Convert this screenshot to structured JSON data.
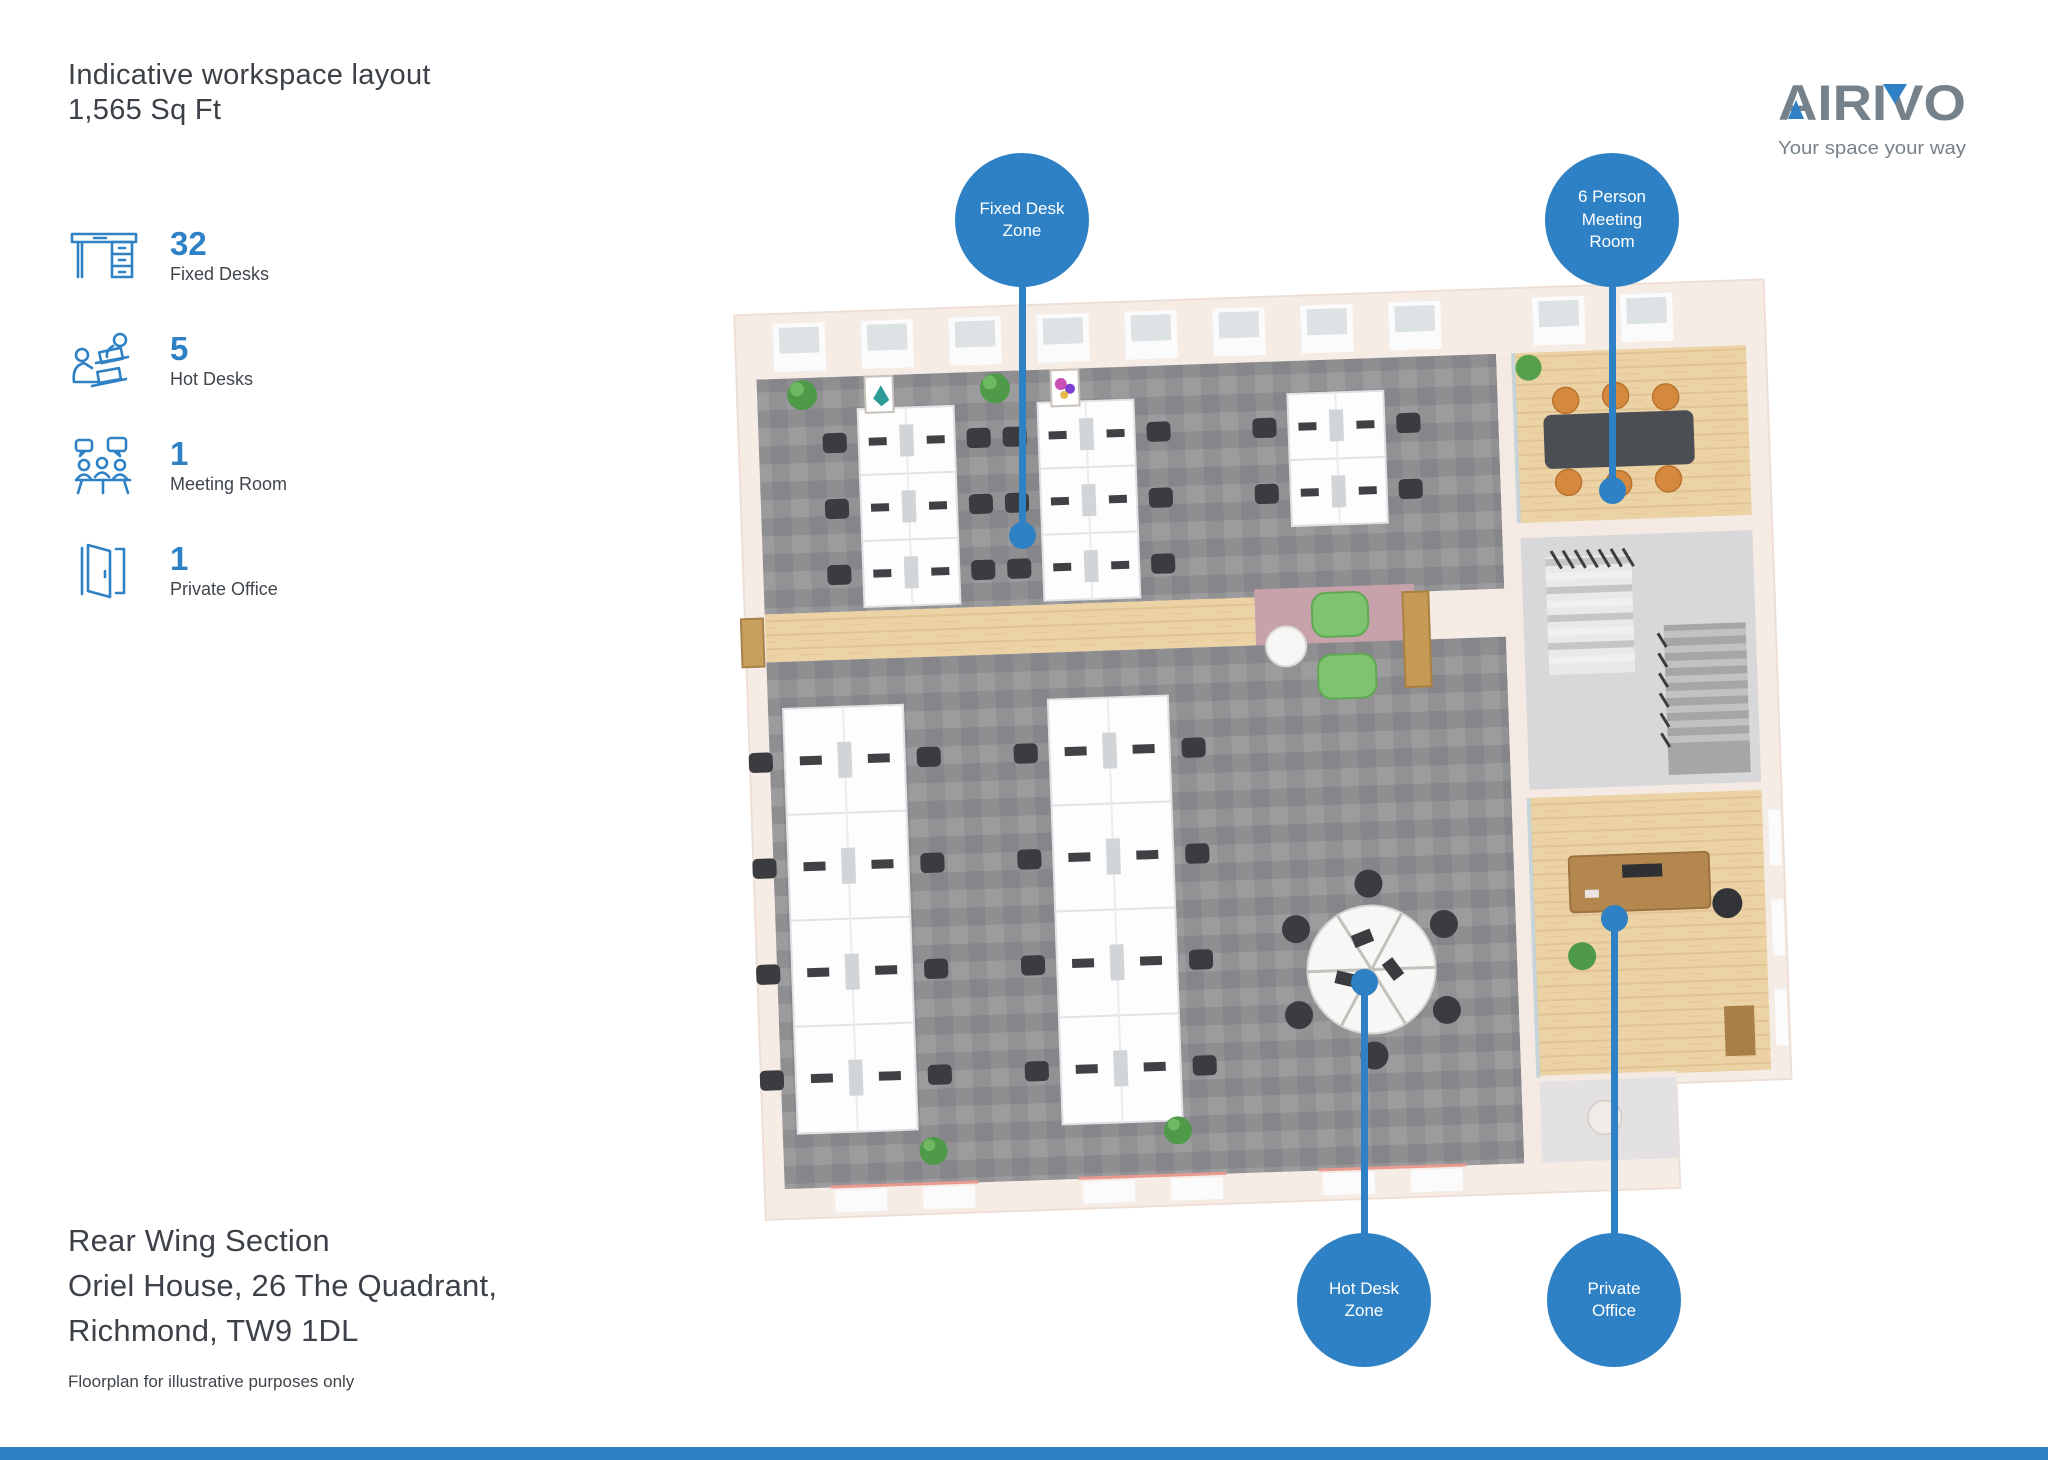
{
  "accent_color": "#2e81c4",
  "header": {
    "title": "Indicative workspace layout",
    "subtitle": "1,565 Sq Ft"
  },
  "legend": {
    "items": [
      {
        "icon": "desk-icon",
        "value": "32",
        "label": "Fixed Desks"
      },
      {
        "icon": "hot-desk-icon",
        "value": "5",
        "label": "Hot Desks"
      },
      {
        "icon": "meeting-room-icon",
        "value": "1",
        "label": "Meeting Room"
      },
      {
        "icon": "private-office-icon",
        "value": "1",
        "label": "Private Office"
      }
    ]
  },
  "logo": {
    "wordmark": "AIRIVO",
    "tagline": "Your space your way",
    "wordmark_color": "#76828b"
  },
  "callouts": [
    {
      "id": "fixed-desk-zone",
      "line1": "Fixed Desk",
      "line2": "Zone",
      "line3": ""
    },
    {
      "id": "meeting-room",
      "line1": "6 Person",
      "line2": "Meeting",
      "line3": "Room"
    },
    {
      "id": "hot-desk-zone",
      "line1": "Hot Desk",
      "line2": "Zone",
      "line3": ""
    },
    {
      "id": "private-office",
      "line1": "Private",
      "line2": "Office",
      "line3": ""
    }
  ],
  "footer": {
    "section": "Rear Wing Section",
    "address_line1": "Oriel House, 26 The Quadrant,",
    "address_line2": "Richmond, TW9 1DL",
    "disclaimer": "Floorplan for illustrative purposes only"
  }
}
